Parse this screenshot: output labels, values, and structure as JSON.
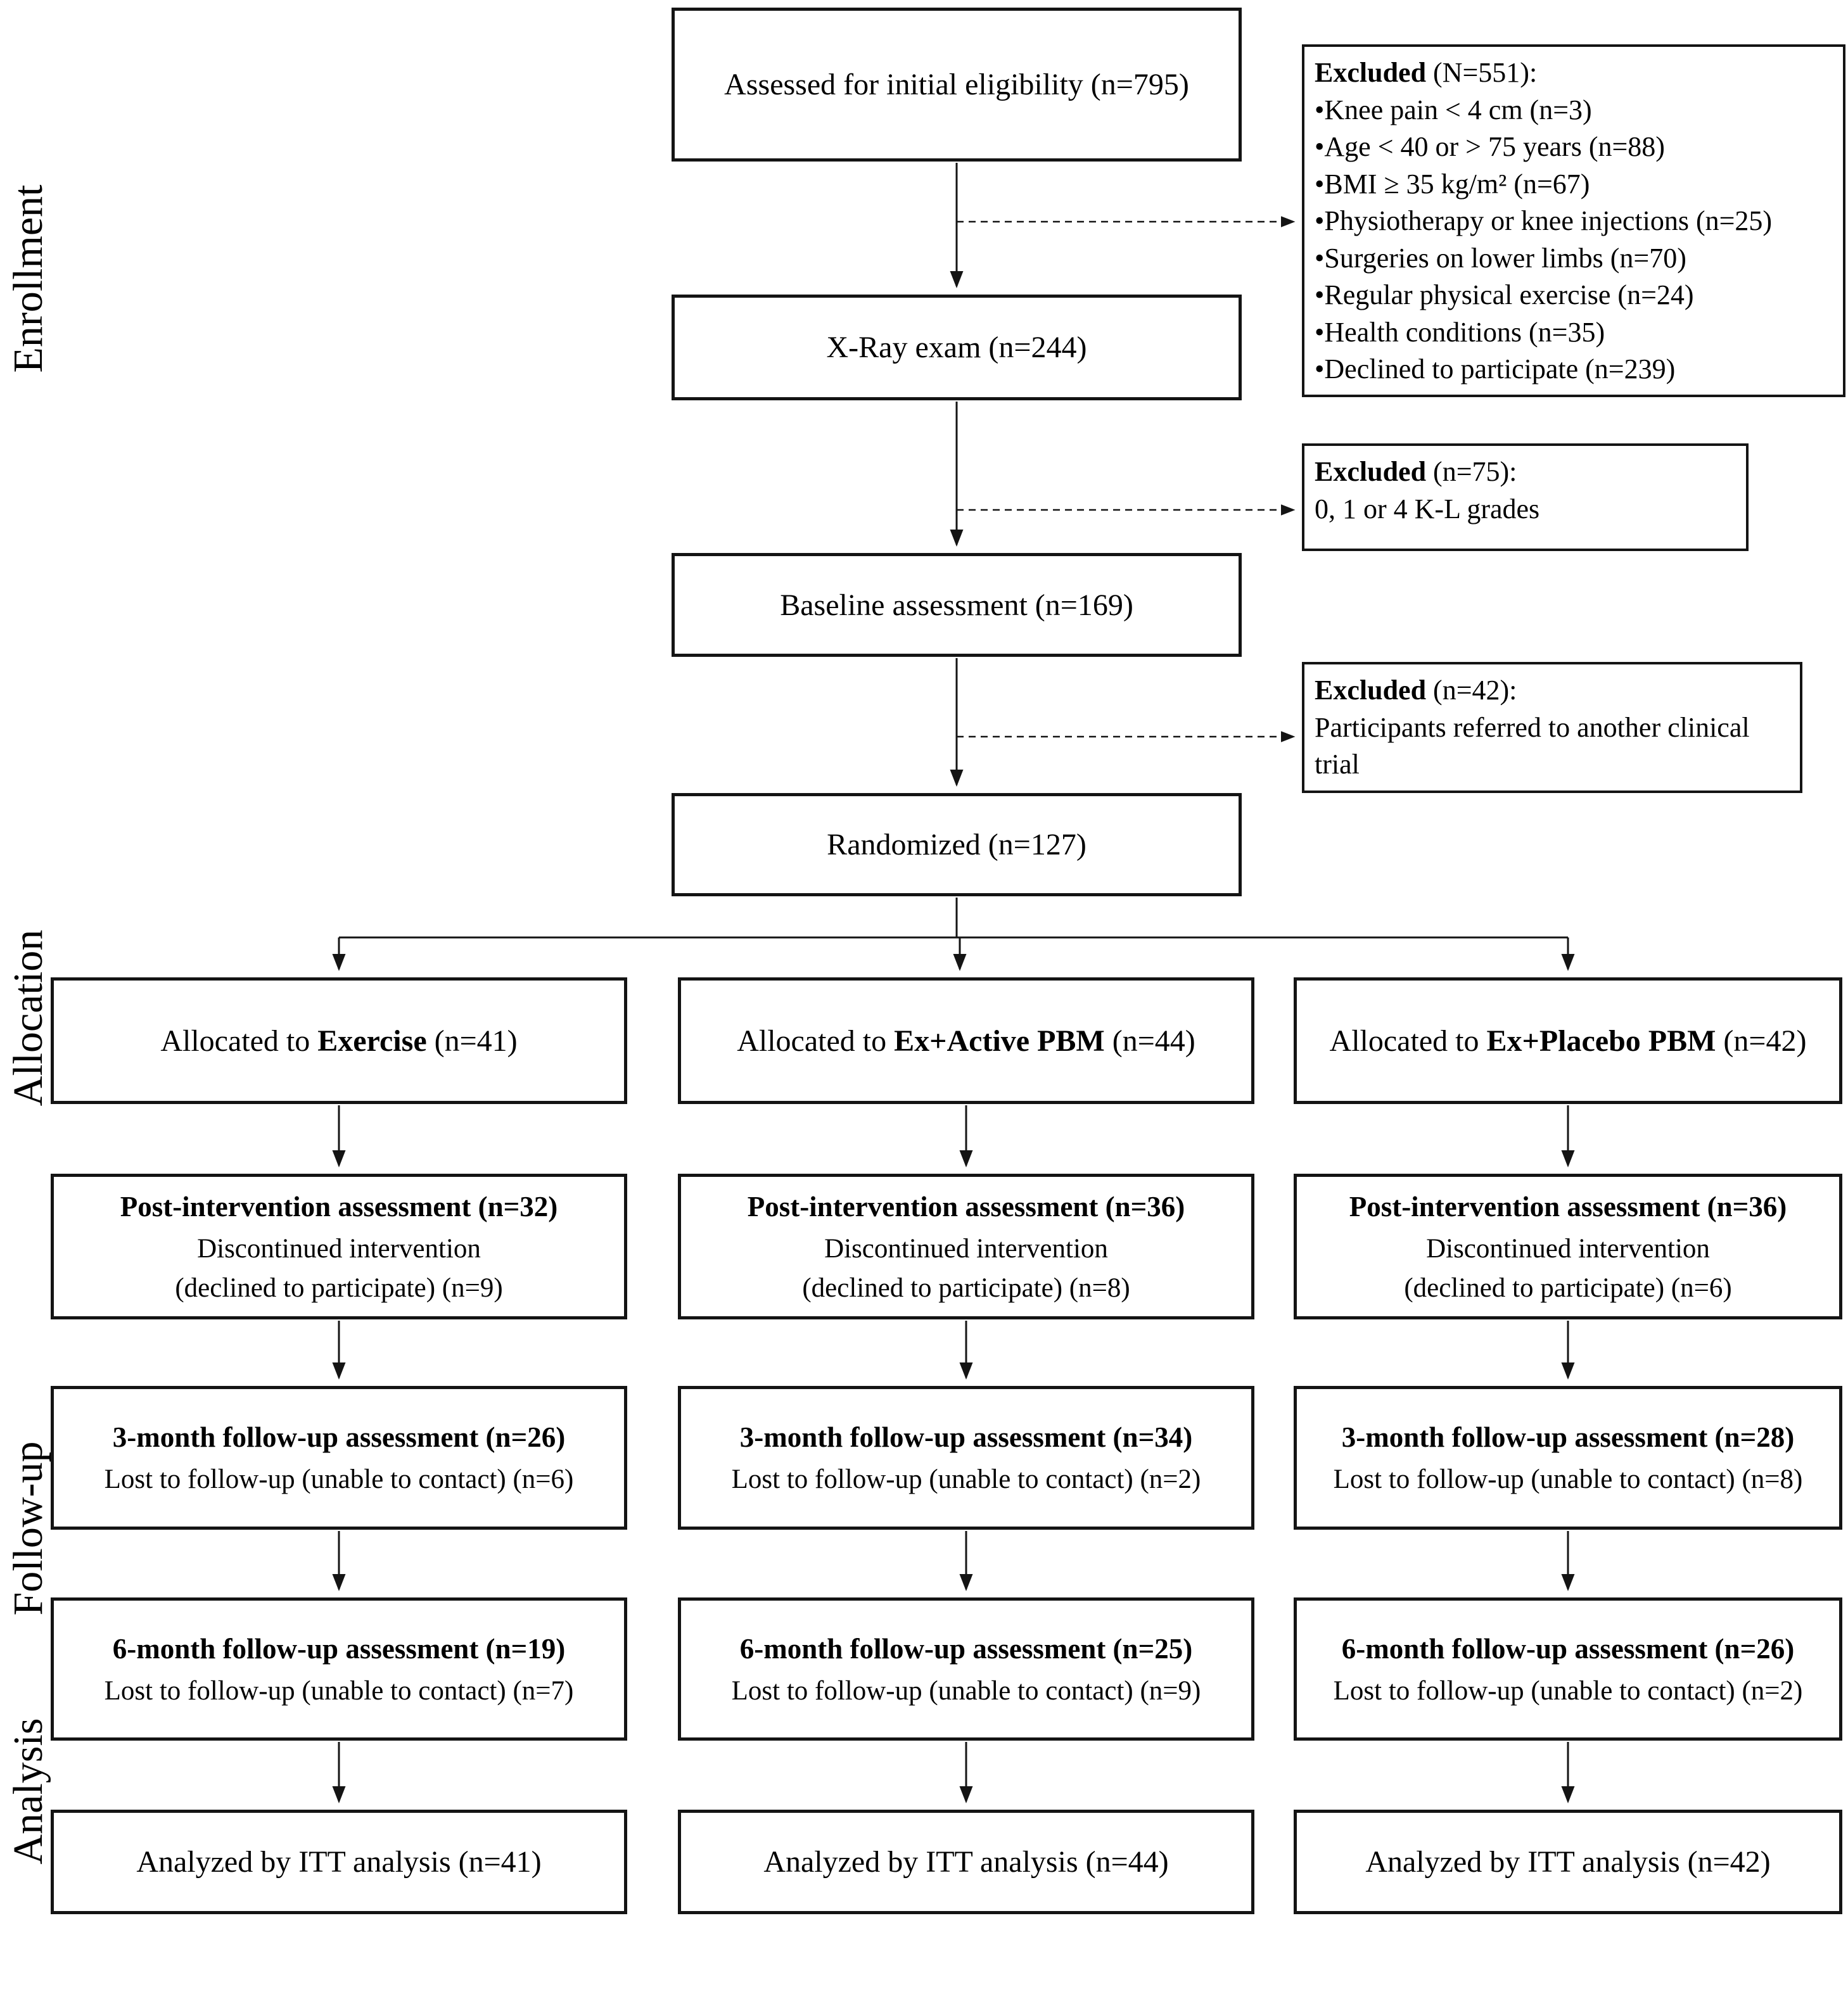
{
  "side_labels": {
    "enrollment": "Enrollment",
    "allocation": "Allocation",
    "followup": "Follow-up",
    "analysis": "Analysis"
  },
  "enrollment": {
    "assessed": "Assessed for initial eligibility (n=795)",
    "xray": "X-Ray exam (n=244)",
    "baseline": "Baseline assessment (n=169)",
    "randomized": "Randomized (n=127)",
    "excluded_initial": {
      "title": "Excluded",
      "count": " (N=551):",
      "items": [
        "•Knee pain < 4 cm (n=3)",
        "•Age < 40 or > 75 years (n=88)",
        "•BMI ≥ 35 kg/m² (n=67)",
        "•Physiotherapy or knee injections (n=25)",
        "•Surgeries on lower limbs (n=70)",
        "•Regular physical exercise (n=24)",
        "•Health conditions (n=35)",
        "•Declined to participate (n=239)"
      ]
    },
    "excluded_xray": {
      "title": "Excluded",
      "count": " (n=75):",
      "body": "0, 1 or 4 K-L grades"
    },
    "excluded_baseline": {
      "title": "Excluded",
      "count": " (n=42):",
      "body": "Participants referred to another clinical trial"
    }
  },
  "arms": [
    {
      "alloc_prefix": "Allocated to ",
      "alloc_name": "Exercise",
      "alloc_suffix": " (n=41)",
      "post_title": "Post-intervention assessment (n=32)",
      "post_line2": "Discontinued intervention",
      "post_line3": "(declined to participate) (n=9)",
      "fu3_title": "3-month follow-up assessment (n=26)",
      "fu3_line2": "Lost to follow-up (unable to contact) (n=6)",
      "fu6_title": "6-month follow-up assessment (n=19)",
      "fu6_line2": "Lost to follow-up (unable to contact) (n=7)",
      "analyzed": "Analyzed by ITT analysis (n=41)"
    },
    {
      "alloc_prefix": "Allocated to ",
      "alloc_name": "Ex+Active PBM",
      "alloc_suffix": " (n=44)",
      "post_title": "Post-intervention assessment (n=36)",
      "post_line2": "Discontinued intervention",
      "post_line3": "(declined to participate) (n=8)",
      "fu3_title": "3-month follow-up assessment (n=34)",
      "fu3_line2": "Lost to follow-up (unable to contact) (n=2)",
      "fu6_title": "6-month follow-up assessment (n=25)",
      "fu6_line2": "Lost to follow-up (unable to contact) (n=9)",
      "analyzed": "Analyzed by ITT analysis (n=44)"
    },
    {
      "alloc_prefix": "Allocated to ",
      "alloc_name": "Ex+Placebo PBM",
      "alloc_suffix": " (n=42)",
      "post_title": "Post-intervention assessment (n=36)",
      "post_line2": "Discontinued intervention",
      "post_line3": "(declined to participate) (n=6)",
      "fu3_title": "3-month follow-up assessment (n=28)",
      "fu3_line2": "Lost to follow-up (unable to contact) (n=8)",
      "fu6_title": "6-month follow-up assessment (n=26)",
      "fu6_line2": "Lost to follow-up (unable to contact) (n=2)",
      "analyzed": "Analyzed by ITT analysis (n=42)"
    }
  ]
}
